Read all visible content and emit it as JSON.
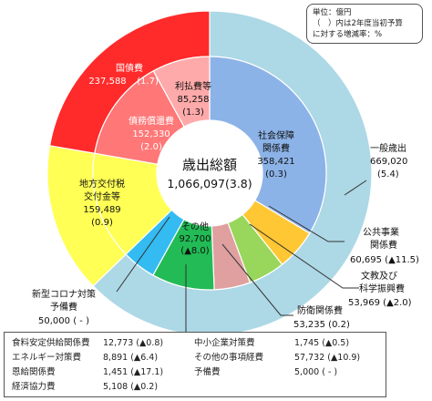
{
  "unit_note": {
    "line1": "単位：億円",
    "line2": "（　）内は2年度当初予算",
    "line3": "に対する増減率：%"
  },
  "center": {
    "title": "歳出総額",
    "value": "1,066,097(3.8)"
  },
  "colors": {
    "outer_general": "#add8e6",
    "outer_debt": "#ff2a2a",
    "outer_local": "#ffff55",
    "inner_social": "#8cb3e8",
    "inner_public_works": "#ffc733",
    "inner_education": "#99d65c",
    "inner_defense": "#e0a0a0",
    "inner_other": "#22bb55",
    "inner_corona": "#33bbf2",
    "inner_interest": "#ffaaaa",
    "inner_redemption": "#ff7777"
  },
  "chart_data": {
    "type": "pie",
    "total_label": "歳出総額",
    "total": 1066097,
    "total_change": 3.8,
    "outer_ring": [
      {
        "name": "一般歳出",
        "value": 669020,
        "change": "(5.4)",
        "color": "#add8e6"
      },
      {
        "name": "地方交付税交付金等",
        "value": 159489,
        "change": "(0.9)",
        "color": "#ffff55"
      },
      {
        "name": "国債費",
        "value": 237588,
        "change": "(1.7)",
        "color": "#ff2a2a"
      }
    ],
    "inner_ring": [
      {
        "name": "社会保障関係費",
        "value": 358421,
        "change": "(0.3)",
        "color": "#8cb3e8"
      },
      {
        "name": "公共事業関係費",
        "value": 60695,
        "change": "(▲11.5)",
        "color": "#ffc733"
      },
      {
        "name": "文教及び科学振興費",
        "value": 53969,
        "change": "(▲2.0)",
        "color": "#99d65c"
      },
      {
        "name": "防衛関係費",
        "value": 53235,
        "change": "(0.2)",
        "color": "#e0a0a0"
      },
      {
        "name": "その他",
        "value": 92700,
        "change": "(▲8.0)",
        "color": "#22bb55"
      },
      {
        "name": "新型コロナ対策予備費",
        "value": 50000,
        "change": "(-)",
        "color": "#33bbf2"
      },
      {
        "name": "地方交付税交付金等",
        "value": 159489,
        "change": "(0.9)",
        "color": "#ffff55"
      },
      {
        "name": "債務償還費",
        "value": 152330,
        "change": "(2.0)",
        "color": "#ff7777"
      },
      {
        "name": "利払費等",
        "value": 85258,
        "change": "(1.3)",
        "color": "#ffaaaa"
      }
    ],
    "labels": {
      "kokusaihi": {
        "name": "国債費",
        "value": "237,588",
        "change": "(1.7)"
      },
      "interest": {
        "name": "利払費等",
        "value": "85,258",
        "change": "(1.3)"
      },
      "redemption": {
        "name": "債務償還費",
        "value": "152,330",
        "change": "(2.0)"
      },
      "social": {
        "name1": "社会保障",
        "name2": "関係費",
        "value": "358,421",
        "change": "(0.3)"
      },
      "local": {
        "name1": "地方交付税",
        "name2": "交付金等",
        "value": "159,489",
        "change": "(0.9)"
      },
      "other": {
        "name": "その他",
        "value": "92,700",
        "change": "(▲8.0)"
      },
      "general": {
        "name": "一般歳出",
        "value": "669,020",
        "change": "(5.4)"
      },
      "public_works": {
        "name1": "公共事業",
        "name2": "関係費",
        "value": "60,695 (▲11.5)"
      },
      "education": {
        "name1": "文教及び",
        "name2": "科学振興費",
        "value": "53,969 (▲2.0)"
      },
      "defense": {
        "name": "防衛関係費",
        "value": "53,235 (0.2)"
      },
      "corona": {
        "name1": "新型コロナ対策",
        "name2": "予備費",
        "value": "50,000 ( - )"
      }
    },
    "other_breakdown": [
      {
        "name": "食料安定供給関係費",
        "value": "12,773 (▲0.8)"
      },
      {
        "name": "エネルギー対策費",
        "value": "8,891 (▲6.4)"
      },
      {
        "name": "恩給関係費",
        "value": "1,451 (▲17.1)"
      },
      {
        "name": "経済協力費",
        "value": "5,108 (▲0.2)"
      },
      {
        "name": "中小企業対策費",
        "value": "1,745 (▲0.5)"
      },
      {
        "name": "その他の事項経費",
        "value": "57,732 (▲10.9)"
      },
      {
        "name": "予備費",
        "value": "5,000 ( - )"
      }
    ]
  }
}
